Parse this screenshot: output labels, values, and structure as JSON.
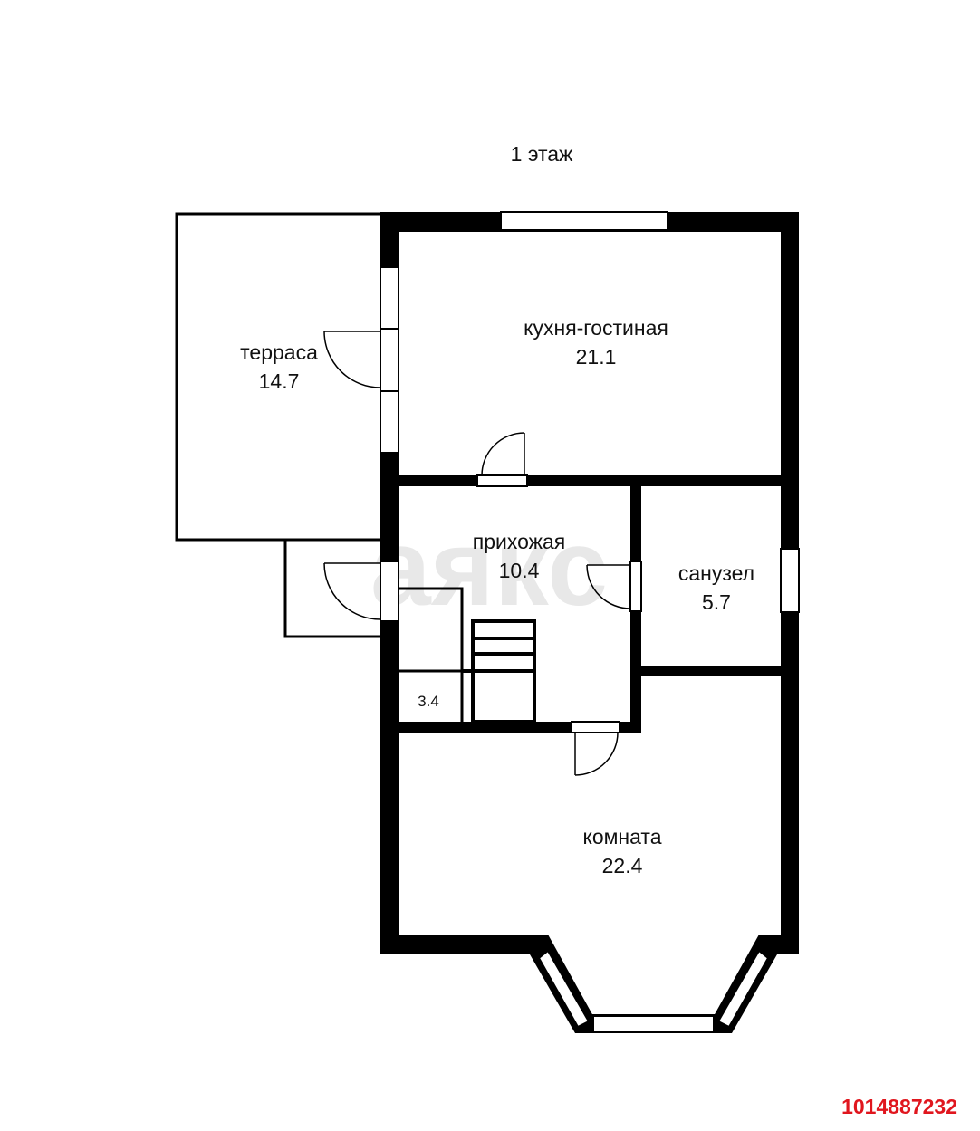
{
  "floor_title": "1 этаж",
  "watermark": "аякс",
  "listing_id": "1014887232",
  "colors": {
    "wall": "#000000",
    "background": "#ffffff",
    "watermark": "#e8e8e8",
    "listing_id": "#e0161e"
  },
  "rooms": [
    {
      "key": "terrace",
      "name": "терраса",
      "area": "14.7"
    },
    {
      "key": "kitchen",
      "name": "кухня-гостиная",
      "area": "21.1"
    },
    {
      "key": "hall",
      "name": "прихожая",
      "area": "10.4"
    },
    {
      "key": "bath",
      "name": "санузел",
      "area": "5.7"
    },
    {
      "key": "closet",
      "name": "",
      "area": "3.4"
    },
    {
      "key": "room",
      "name": "комната",
      "area": "22.4"
    }
  ]
}
